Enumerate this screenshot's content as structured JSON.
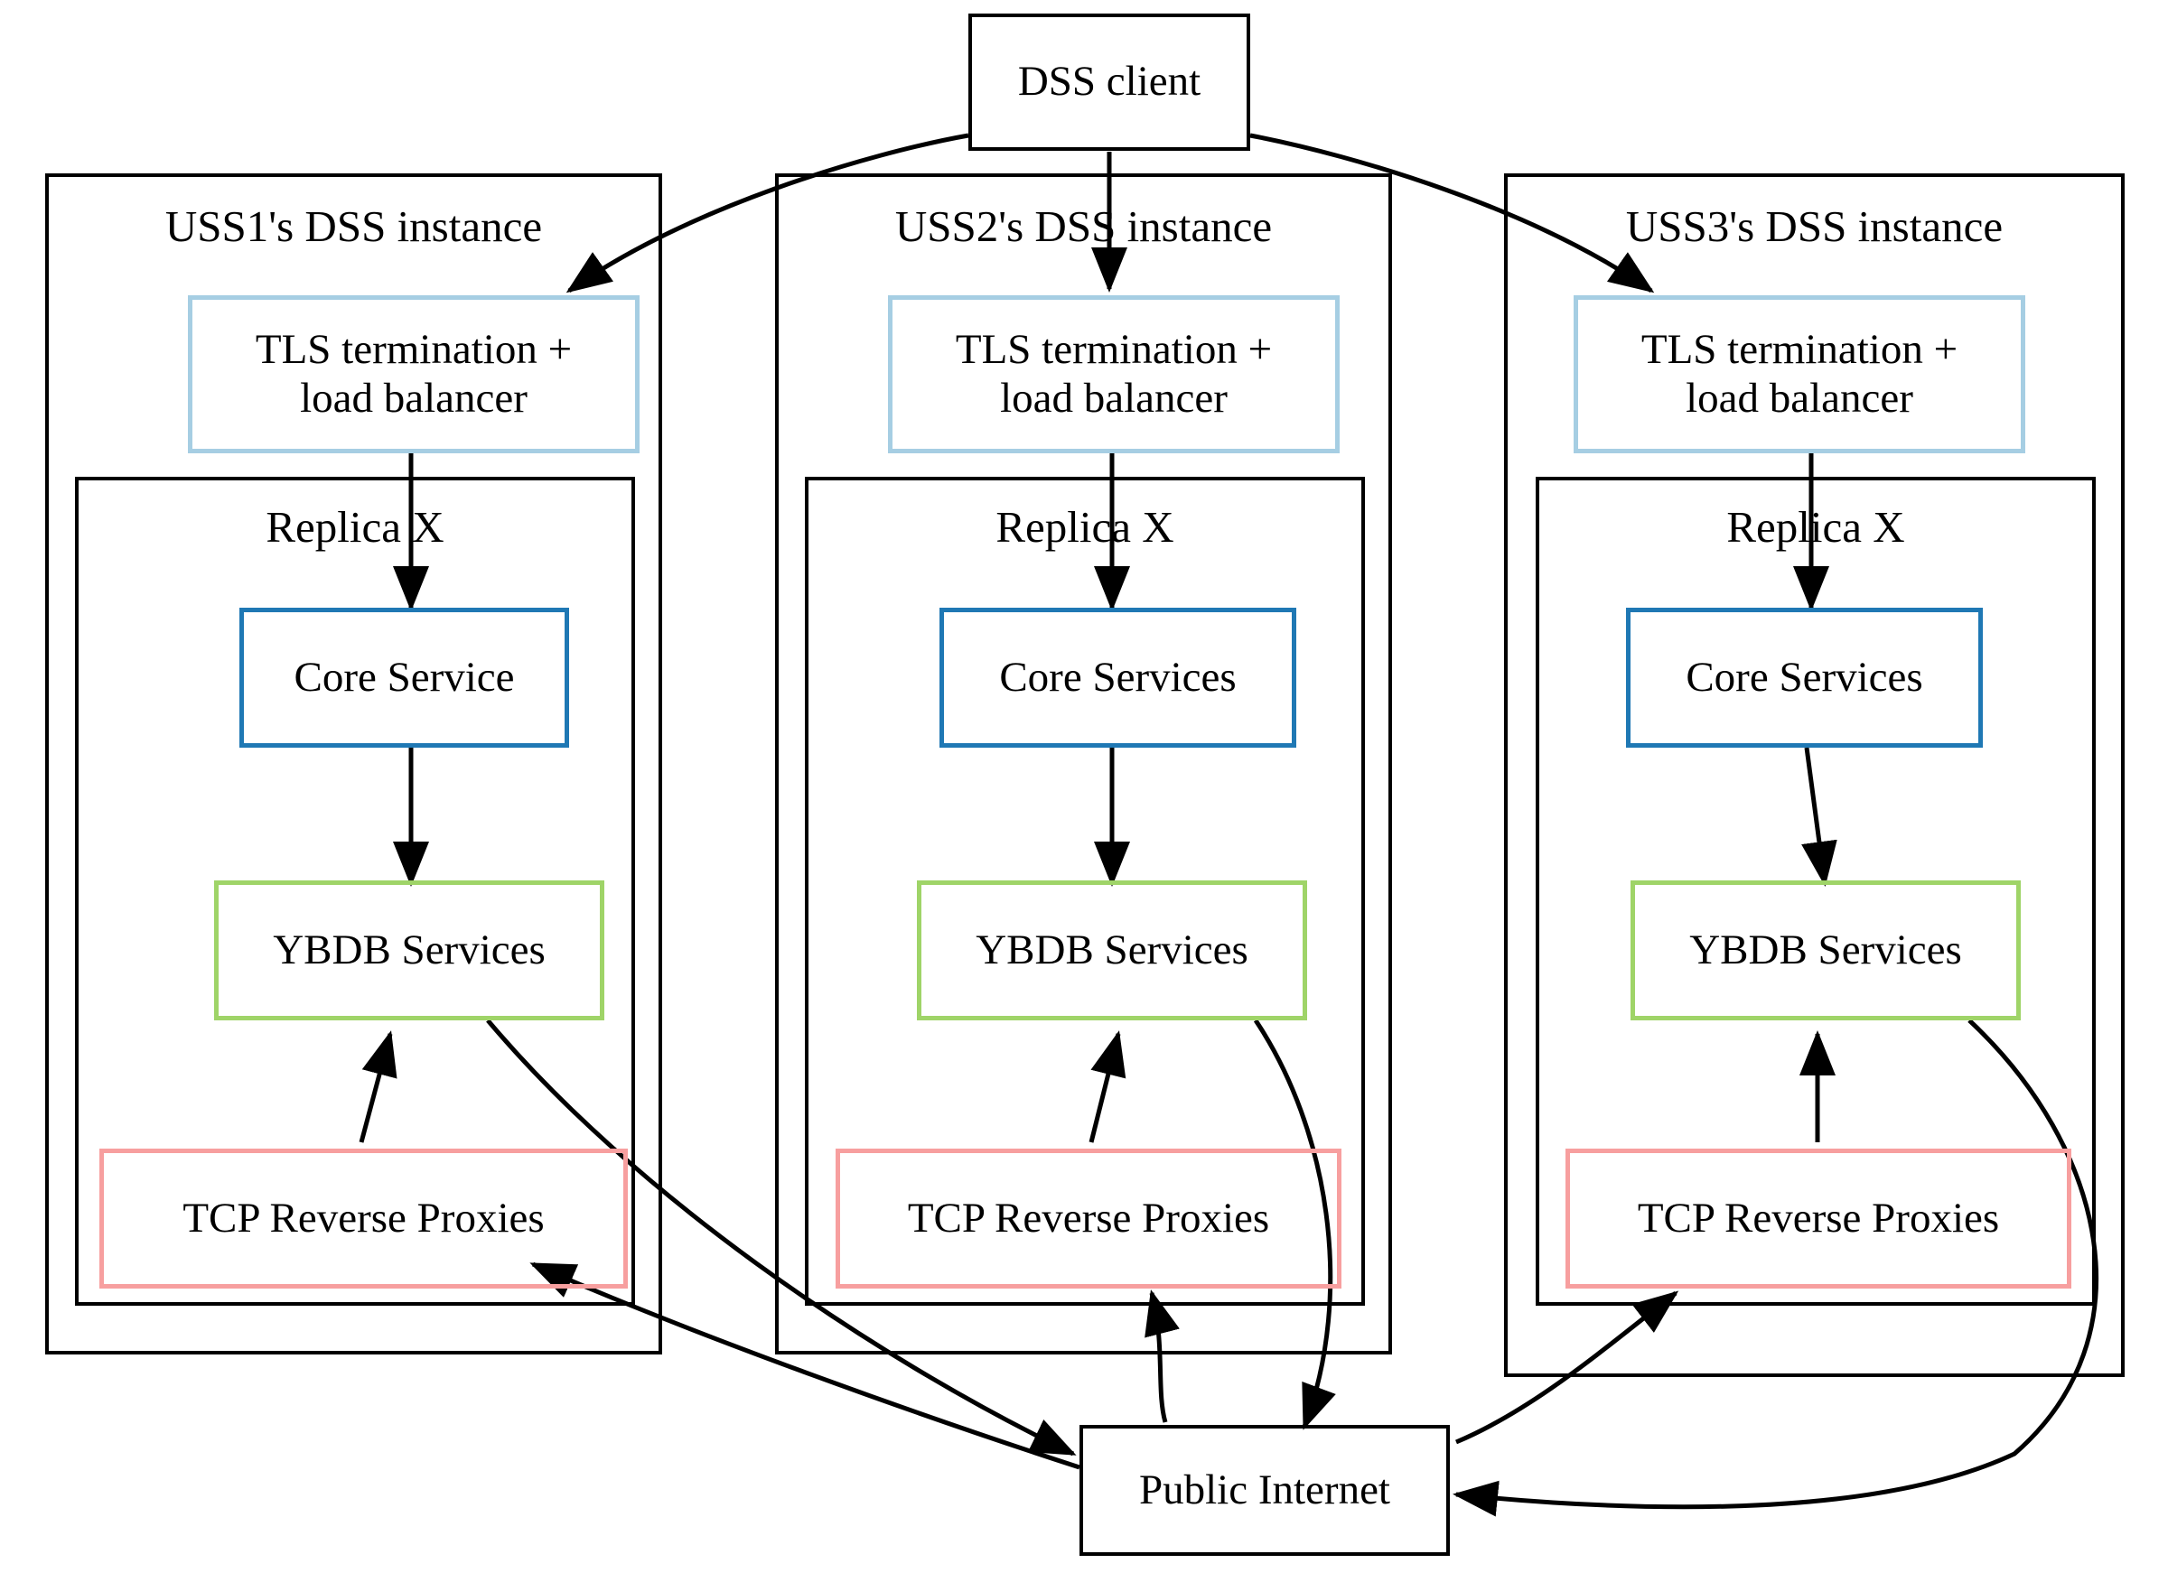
{
  "diagram": {
    "title": "DSS multi-USS deployment architecture",
    "background": "#ffffff",
    "colors": {
      "tls_border": "#a6cee3",
      "core_border": "#1f78b4",
      "ybdb_border": "#9fd468",
      "tcp_border": "#f79f9f",
      "plain_border": "#000000",
      "edge": "#000000",
      "text": "#000000"
    }
  },
  "client": {
    "label": "DSS client"
  },
  "internet": {
    "label": "Public Internet"
  },
  "instances": [
    {
      "title": "USS1's DSS instance",
      "replica_title": "Replica X",
      "tls": "TLS termination +\nload balancer",
      "core": "Core Service",
      "ybdb": "YBDB Services",
      "tcp": "TCP Reverse Proxies"
    },
    {
      "title": "USS2's DSS instance",
      "replica_title": "Replica X",
      "tls": "TLS termination +\nload balancer",
      "core": "Core Services",
      "ybdb": "YBDB Services",
      "tcp": "TCP Reverse Proxies"
    },
    {
      "title": "USS3's DSS instance",
      "replica_title": "Replica X",
      "tls": "TLS termination +\nload balancer",
      "core": "Core Services",
      "ybdb": "YBDB Services",
      "tcp": "TCP Reverse Proxies"
    }
  ],
  "edges": [
    {
      "from": "DSS client",
      "to": "USS1 TLS termination + load balancer"
    },
    {
      "from": "DSS client",
      "to": "USS2 TLS termination + load balancer"
    },
    {
      "from": "DSS client",
      "to": "USS3 TLS termination + load balancer"
    },
    {
      "from": "USS1 TLS termination + load balancer",
      "to": "USS1 Core Service"
    },
    {
      "from": "USS2 TLS termination + load balancer",
      "to": "USS2 Core Services"
    },
    {
      "from": "USS3 TLS termination + load balancer",
      "to": "USS3 Core Services"
    },
    {
      "from": "USS1 Core Service",
      "to": "USS1 YBDB Services"
    },
    {
      "from": "USS2 Core Services",
      "to": "USS2 YBDB Services"
    },
    {
      "from": "USS3 Core Services",
      "to": "USS3 YBDB Services"
    },
    {
      "from": "USS1 TCP Reverse Proxies",
      "to": "USS1 YBDB Services"
    },
    {
      "from": "USS2 TCP Reverse Proxies",
      "to": "USS2 YBDB Services"
    },
    {
      "from": "USS3 TCP Reverse Proxies",
      "to": "USS3 YBDB Services"
    },
    {
      "from": "USS1 YBDB Services",
      "to": "Public Internet"
    },
    {
      "from": "USS2 YBDB Services",
      "to": "Public Internet"
    },
    {
      "from": "USS3 YBDB Services",
      "to": "Public Internet"
    },
    {
      "from": "Public Internet",
      "to": "USS1 TCP Reverse Proxies"
    },
    {
      "from": "Public Internet",
      "to": "USS2 TCP Reverse Proxies"
    },
    {
      "from": "Public Internet",
      "to": "USS3 TCP Reverse Proxies"
    }
  ]
}
